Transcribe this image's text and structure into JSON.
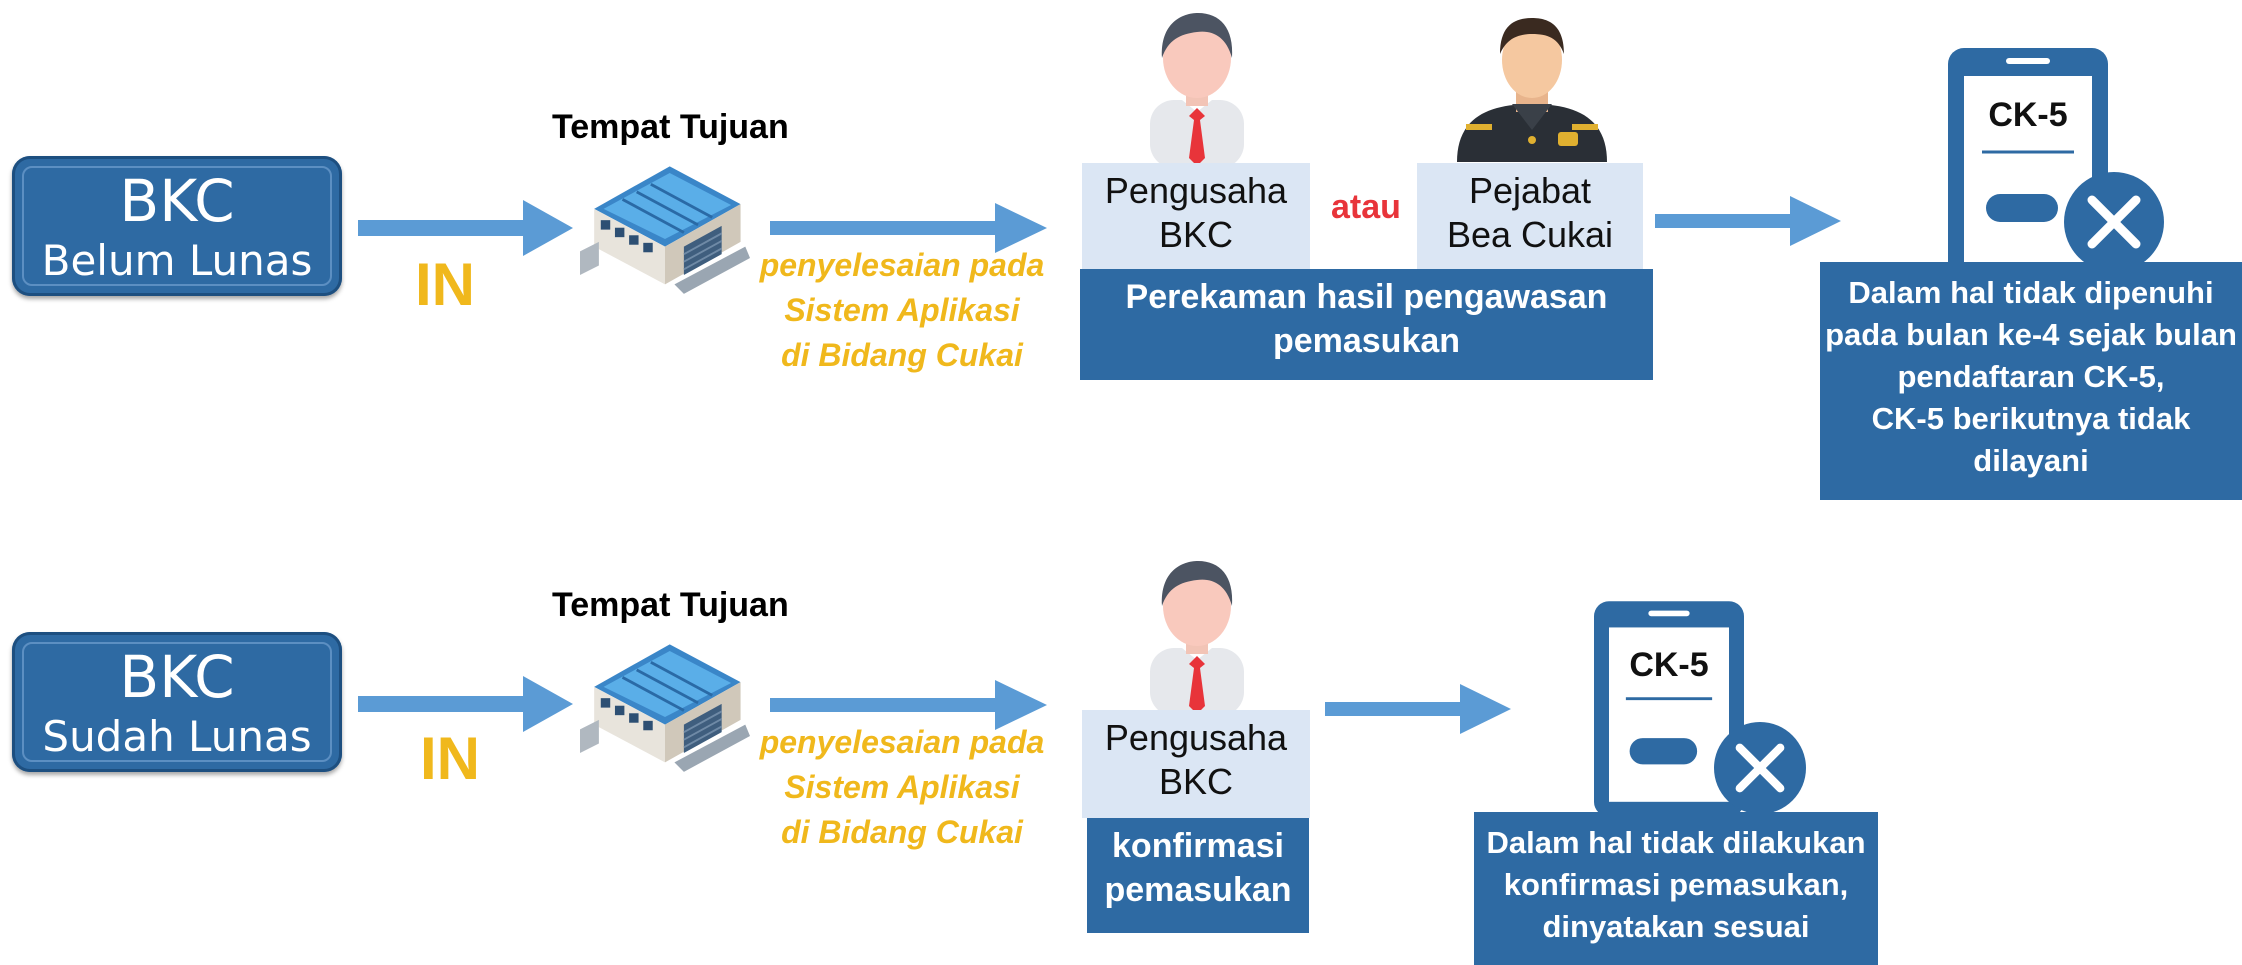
{
  "colors": {
    "primary_blue": "#2e6aa3",
    "arrow_blue": "#5b9bd5",
    "light_box": "#dbe6f4",
    "yellow": "#f0b81c",
    "red": "#e8343a"
  },
  "icons": [
    "warehouse-icon",
    "businessman-icon",
    "customs-officer-icon",
    "tablet-icon",
    "close-icon"
  ],
  "row1": {
    "bkc_line1": "BKC",
    "bkc_line2": "Belum Lunas",
    "in_label": "IN",
    "destination_label": "Tempat Tujuan",
    "note_lines": [
      "penyelesaian pada",
      "Sistem Aplikasi",
      "di Bidang Cukai"
    ],
    "entrepreneur_lines": [
      "Pengusaha",
      "BKC"
    ],
    "or_label": "atau",
    "officer_lines": [
      "Pejabat",
      "Bea Cukai"
    ],
    "record_lines": [
      "Perekaman hasil pengawasan",
      "pemasukan"
    ],
    "doc_title": "CK-5",
    "result_lines": [
      "Dalam hal tidak dipenuhi",
      "pada bulan ke-4 sejak bulan",
      "pendaftaran CK-5,",
      "CK-5 berikutnya tidak",
      "dilayani"
    ]
  },
  "row2": {
    "bkc_line1": "BKC",
    "bkc_line2": "Sudah Lunas",
    "in_label": "IN",
    "destination_label": "Tempat Tujuan",
    "note_lines": [
      "penyelesaian pada",
      "Sistem Aplikasi",
      "di Bidang Cukai"
    ],
    "entrepreneur_lines": [
      "Pengusaha",
      "BKC"
    ],
    "confirm_lines": [
      "konfirmasi",
      "pemasukan"
    ],
    "doc_title": "CK-5",
    "result_lines": [
      "Dalam hal tidak dilakukan",
      "konfirmasi pemasukan,",
      "dinyatakan sesuai"
    ]
  }
}
